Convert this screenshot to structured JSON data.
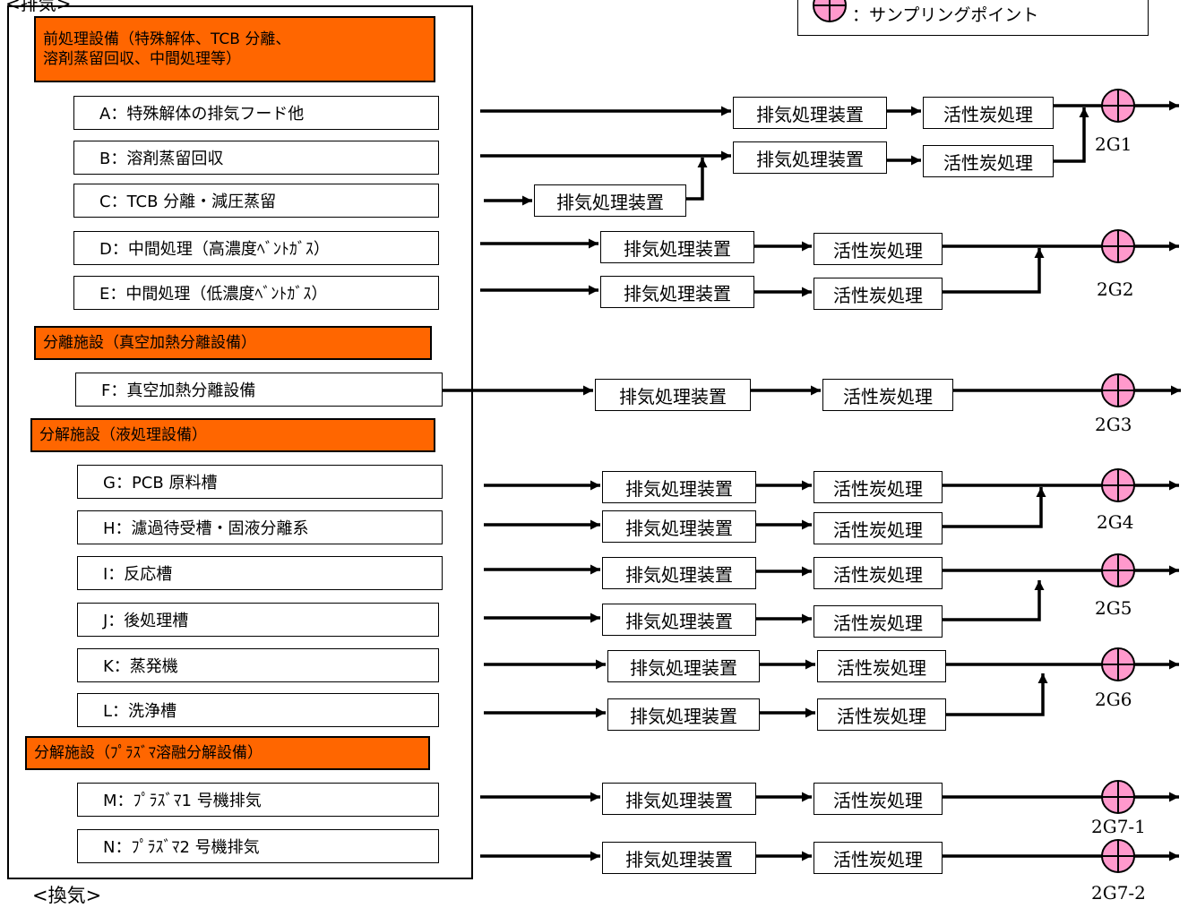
{
  "top_label": "<排気>",
  "bottom_label": "<換気>",
  "legend": {
    "text": "：サンプリングポイント",
    "icon": "sampling-point-icon",
    "fill_color": "#ff99cc"
  },
  "sections": [
    {
      "title": "前処理設備（特殊解体、TCB 分離、\n溶剤蒸留回収、中間処理等）"
    },
    {
      "title": "分離施設（真空加熱分離設備）"
    },
    {
      "title": "分解施設（液処理設備）"
    },
    {
      "title": "分解施設（ﾌﾟﾗｽﾞﾏ溶融分解設備）"
    }
  ],
  "sources": [
    "A：特殊解体の排気フード他",
    "B：溶剤蒸留回収",
    "C：TCB 分離・減圧蒸留",
    "D：中間処理（高濃度ﾍﾞﾝﾄｶﾞｽ）",
    "E：中間処理（低濃度ﾍﾞﾝﾄｶﾞｽ）",
    "F：真空加熱分離設備",
    "G：PCB 原料槽",
    "H：濾過待受槽・固液分離系",
    "I：反応槽",
    "J：後処理槽",
    "K：蒸発機",
    "L：洗浄槽",
    "M：ﾌﾟﾗｽﾞﾏ1 号機排気",
    "N：ﾌﾟﾗｽﾞﾏ2 号機排気"
  ],
  "process_labels": {
    "exhaust": "排気処理装置",
    "carbon": "活性炭処理"
  },
  "sampling_points": [
    "2G1",
    "2G2",
    "2G3",
    "2G4",
    "2G5",
    "2G6",
    "2G7-1",
    "2G7-2"
  ],
  "colors": {
    "section_header": "#ff6600",
    "sampling_point": "#ff99cc",
    "line": "#000000"
  }
}
